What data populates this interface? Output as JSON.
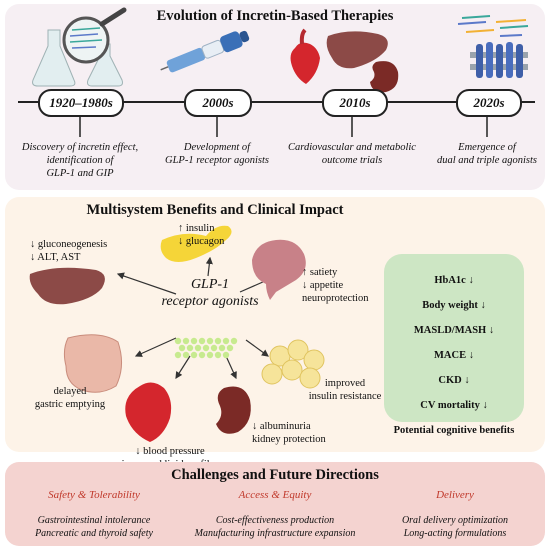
{
  "timeline": {
    "title": "Evolution of Incretin-Based Therapies",
    "eras": [
      {
        "label": "1920–1980s",
        "caption": [
          "Discovery of incretin effect,",
          "identification of",
          "GLP-1 and GIP"
        ]
      },
      {
        "label": "2000s",
        "caption": [
          "Development of",
          "GLP-1 receptor agonists"
        ]
      },
      {
        "label": "2010s",
        "caption": [
          "Cardiovascular and metabolic",
          "outcome trials"
        ]
      },
      {
        "label": "2020s",
        "caption": [
          "Emergence of",
          "dual and triple agonists"
        ]
      }
    ]
  },
  "benefits": {
    "title": "Multisystem Benefits and Clinical Impact",
    "center": [
      "GLP-1",
      "receptor agonists"
    ],
    "organs": {
      "liver": [
        "↓ gluconeogenesis",
        "↓ ALT, AST"
      ],
      "pancreas": [
        "↑ insulin",
        "↓ glucagon"
      ],
      "brain": [
        "↑ satiety",
        "↓ appetite",
        "neuroprotection"
      ],
      "gut": [
        "delayed",
        "gastric emptying"
      ],
      "heart": [
        "↓ blood pressure",
        "improved lipid profiles"
      ],
      "kidney": [
        "↓ albuminuria",
        "kidney protection"
      ],
      "fat": [
        "improved",
        "insulin resistance"
      ]
    },
    "outcomes": [
      "HbA1c ↓",
      "Body weight ↓",
      "MASLD/MASH ↓",
      "MACE ↓",
      "CKD ↓",
      "CV mortality ↓",
      "Potential cognitive benefits"
    ]
  },
  "challenges": {
    "title": "Challenges and Future Directions",
    "columns": [
      {
        "heading": "Safety & Tolerability",
        "lines": [
          "Gastrointestinal intolerance",
          "Pancreatic and thyroid safety"
        ]
      },
      {
        "heading": "Access & Equity",
        "lines": [
          "Cost-effectiveness production",
          "Manufacturing infrastructure expansion"
        ]
      },
      {
        "heading": "Delivery",
        "lines": [
          "Oral delivery optimization",
          "Long-acting formulations"
        ]
      }
    ]
  },
  "colors": {
    "panel1": "#f6eff3",
    "panel2": "#fdf3e8",
    "panel3": "#f4d3d0",
    "outcome_box": "#cde6c4",
    "challenge_heading": "#c0392b"
  }
}
